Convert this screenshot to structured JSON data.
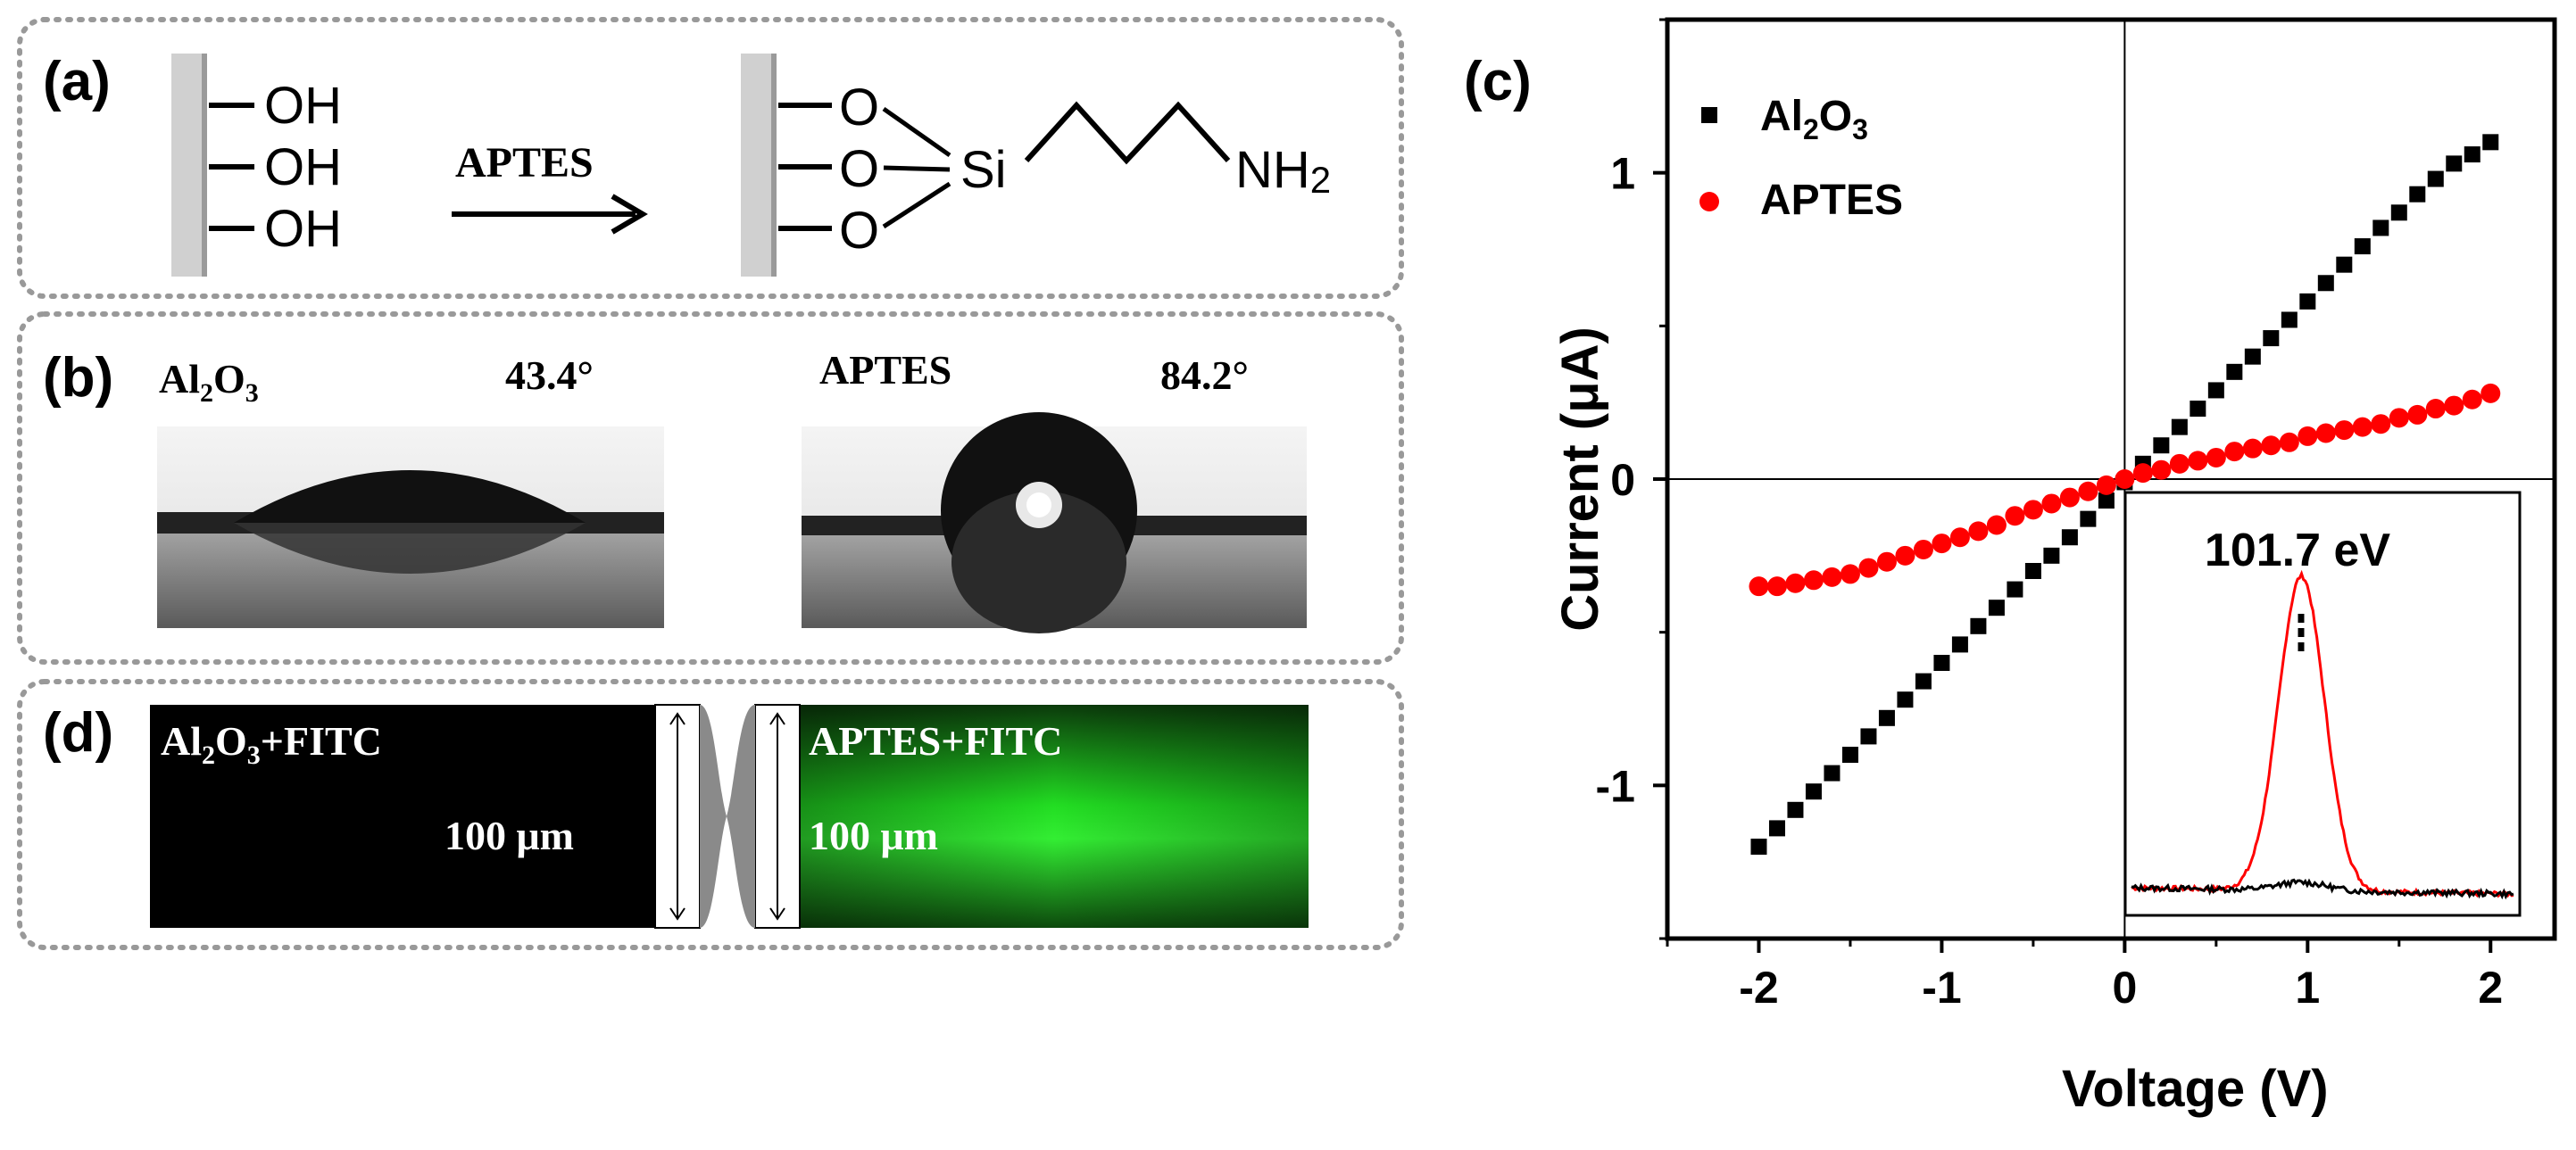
{
  "panel_a": {
    "label": "(a)",
    "reactant_groups": [
      "OH",
      "OH",
      "OH"
    ],
    "arrow_label": "APTES",
    "product_o": [
      "O",
      "O",
      "O"
    ],
    "product_si": "Si",
    "product_amine": "NH",
    "product_amine_sub": "2"
  },
  "panel_b": {
    "label": "(b)",
    "left_title": "Al",
    "left_title_sub1": "2",
    "left_title_mid": "O",
    "left_title_sub2": "3",
    "left_angle": "43.4°",
    "right_title": "APTES",
    "right_angle": "84.2°",
    "contact_angles_deg": [
      43.4,
      84.2
    ]
  },
  "panel_d": {
    "label": "(d)",
    "left_title": "Al",
    "left_sub1": "2",
    "left_mid": "O",
    "left_sub2": "3",
    "left_suffix": "+FITC",
    "left_scale": "100 μm",
    "right_title": "APTES+FITC",
    "right_scale": "100 μm",
    "colors": {
      "left_bg": "#000000",
      "right_fluor": "#22dd22"
    }
  },
  "panel_c": {
    "label": "(c)",
    "inset_label": "101.7 eV"
  },
  "chart_data": {
    "type": "scatter",
    "xlabel": "Voltage (V)",
    "ylabel": "Current (μA)",
    "xlim": [
      -2.5,
      2.35
    ],
    "ylim": [
      -1.5,
      1.5
    ],
    "xticks": [
      "-2",
      "-1",
      "0",
      "1",
      "2"
    ],
    "yticks": [
      "-1",
      "0",
      "1"
    ],
    "legend_position": "top-left",
    "x_step": 0.1,
    "x_start": -2.0,
    "series": [
      {
        "name": "Al2O3",
        "legend_main": "Al",
        "legend_sub1": "2",
        "legend_mid": "O",
        "legend_sub2": "3",
        "marker": "square",
        "color": "#000000",
        "y": [
          -1.2,
          -1.14,
          -1.08,
          -1.02,
          -0.96,
          -0.9,
          -0.84,
          -0.78,
          -0.72,
          -0.66,
          -0.6,
          -0.54,
          -0.48,
          -0.42,
          -0.36,
          -0.3,
          -0.25,
          -0.19,
          -0.13,
          -0.07,
          -0.01,
          0.05,
          0.11,
          0.17,
          0.23,
          0.29,
          0.35,
          0.4,
          0.46,
          0.52,
          0.58,
          0.64,
          0.7,
          0.76,
          0.82,
          0.87,
          0.93,
          0.98,
          1.03,
          1.06,
          1.1
        ]
      },
      {
        "name": "APTES",
        "legend_main": "APTES",
        "marker": "circle",
        "color": "#ff0000",
        "y": [
          -0.35,
          -0.35,
          -0.34,
          -0.33,
          -0.32,
          -0.31,
          -0.29,
          -0.27,
          -0.25,
          -0.23,
          -0.21,
          -0.19,
          -0.17,
          -0.15,
          -0.12,
          -0.1,
          -0.08,
          -0.06,
          -0.04,
          -0.02,
          0.0,
          0.02,
          0.03,
          0.05,
          0.06,
          0.07,
          0.09,
          0.1,
          0.11,
          0.12,
          0.14,
          0.15,
          0.16,
          0.17,
          0.18,
          0.2,
          0.21,
          0.23,
          0.24,
          0.26,
          0.28
        ]
      }
    ],
    "inset": {
      "type": "line",
      "annotation": "101.7 eV",
      "series": [
        {
          "name": "",
          "color": "#ff0000",
          "peak_at": 0.5,
          "peak": 0.82,
          "base": 0.05
        },
        {
          "name": "",
          "color": "#000000",
          "peak_at": 0.5,
          "peak": 0.07,
          "base": 0.05
        }
      ]
    }
  }
}
